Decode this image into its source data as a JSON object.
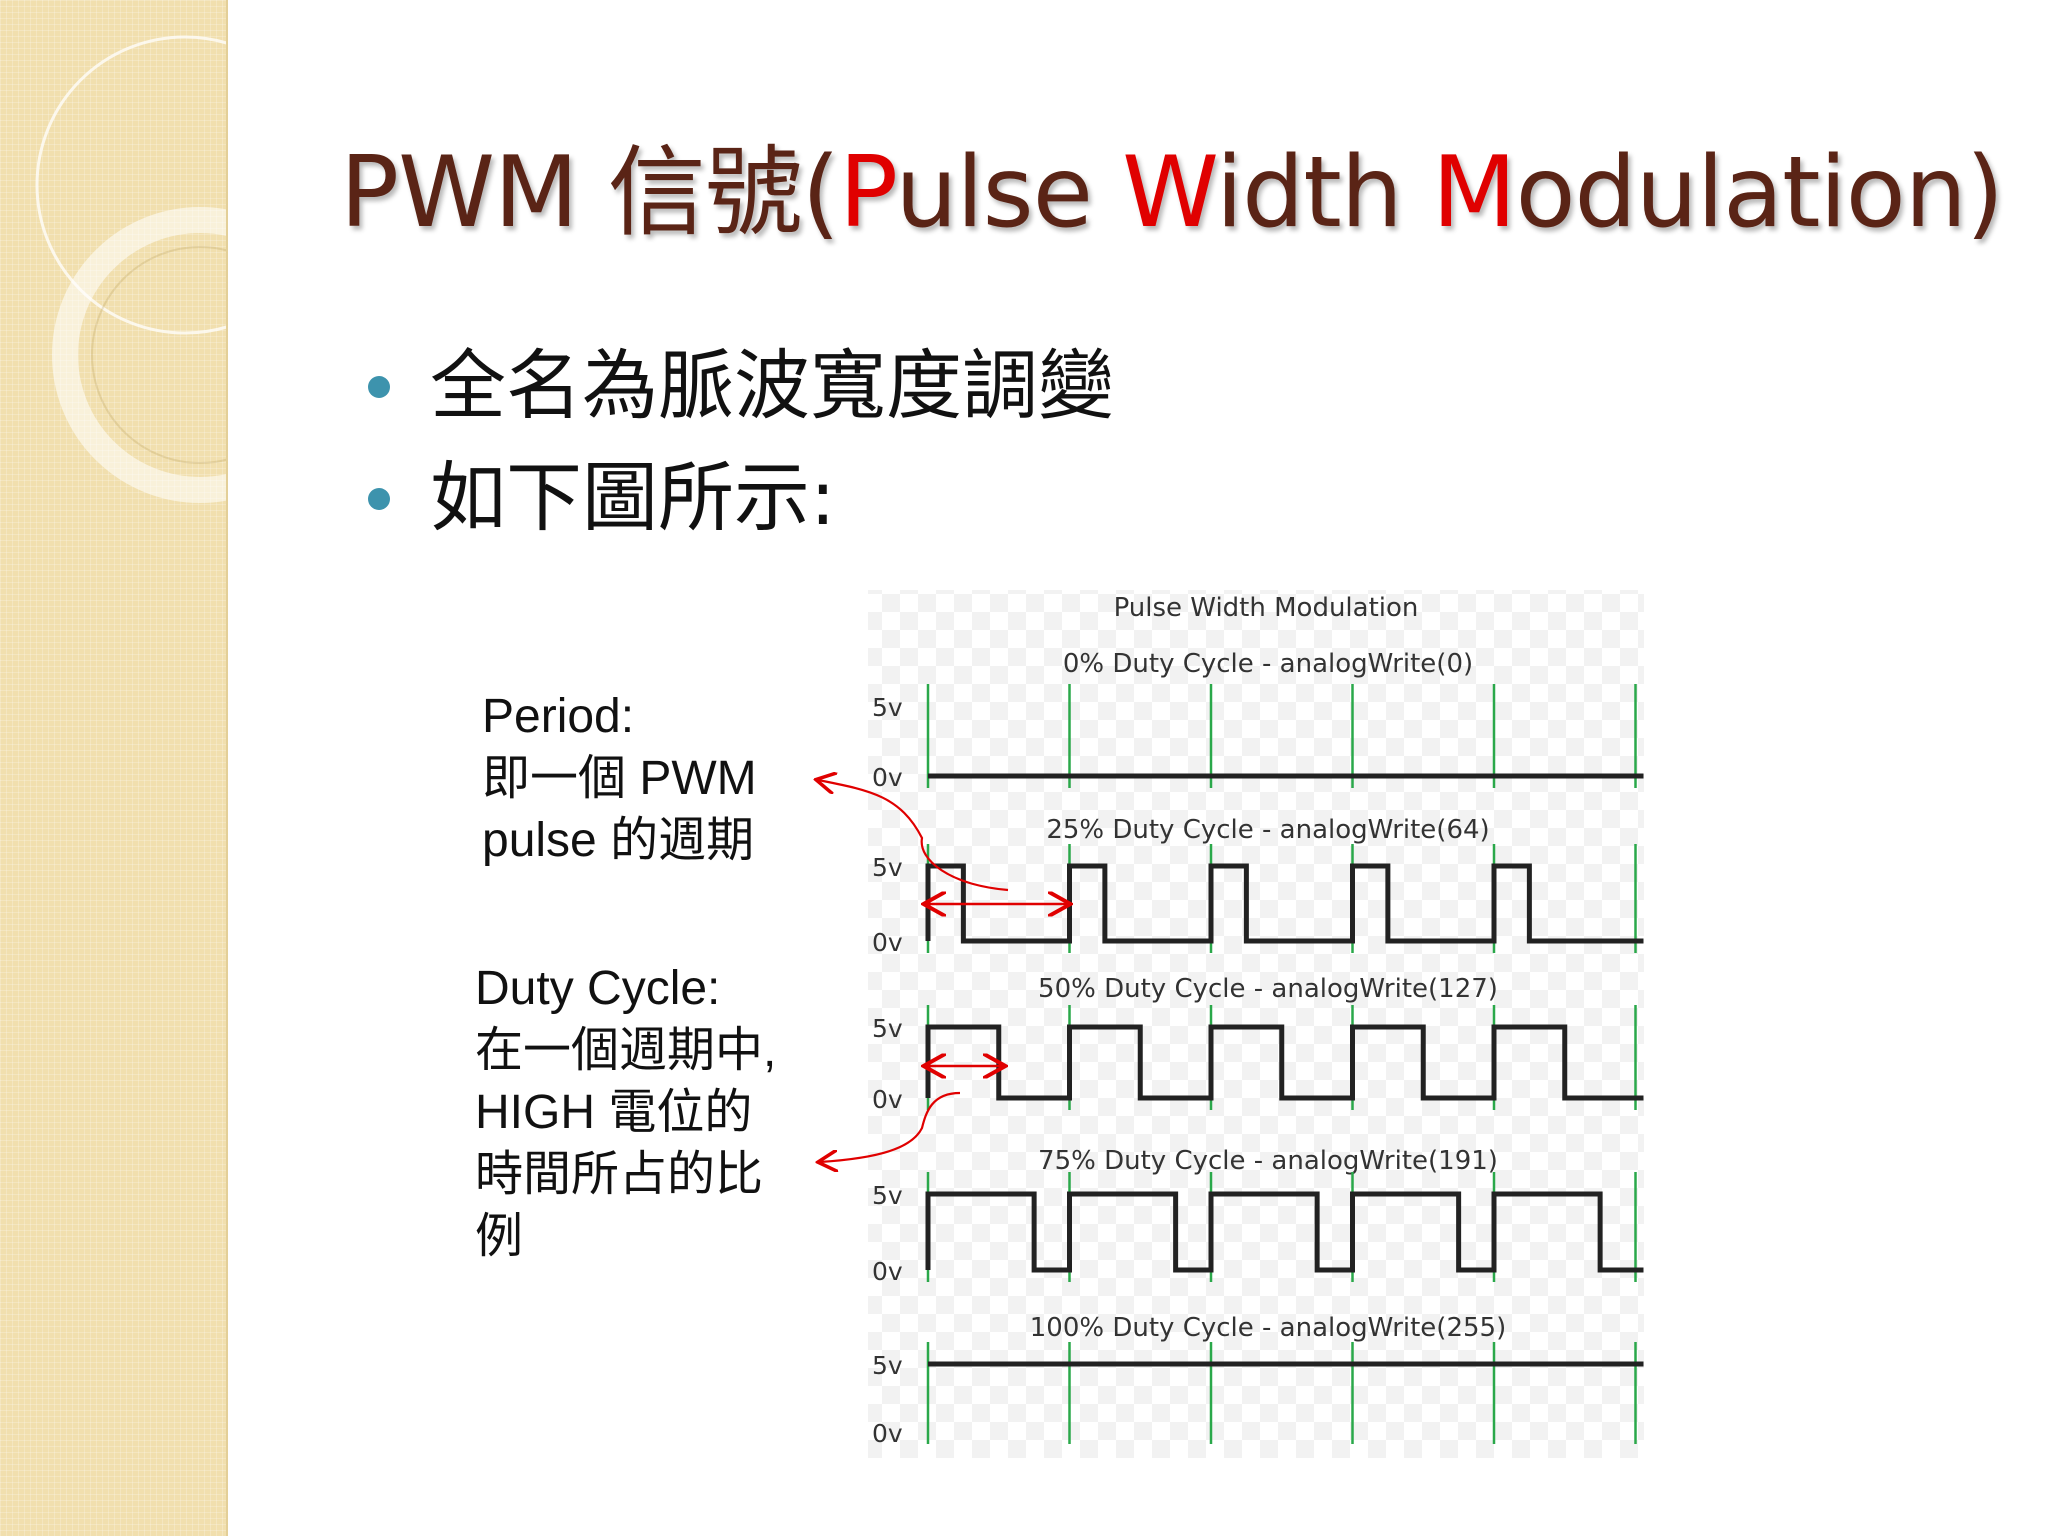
{
  "slide": {
    "title_parts": [
      {
        "text": "PWM 信號(",
        "highlight": false
      },
      {
        "text": "P",
        "highlight": true
      },
      {
        "text": "ulse ",
        "highlight": false
      },
      {
        "text": "W",
        "highlight": true
      },
      {
        "text": "idth ",
        "highlight": false
      },
      {
        "text": "M",
        "highlight": true
      },
      {
        "text": "odulation)",
        "highlight": false
      }
    ],
    "bullets": [
      "全名為脈波寬度調變",
      "如下圖所示:"
    ],
    "period_note": [
      "Period:",
      "即一個 PWM",
      "pulse 的週期"
    ],
    "duty_note": [
      "Duty Cycle:",
      "在一個週期中,",
      "HIGH 電位的",
      "時間所占的比",
      "例"
    ]
  },
  "diagram": {
    "title": "Pulse Width Modulation",
    "volt_high": "5v",
    "volt_low": "0v",
    "rows": [
      {
        "label": "0% Duty Cycle - analogWrite(0)",
        "duty": 0
      },
      {
        "label": "25% Duty Cycle - analogWrite(64)",
        "duty": 0.25
      },
      {
        "label": "50% Duty Cycle - analogWrite(127)",
        "duty": 0.5
      },
      {
        "label": "75% Duty Cycle - analogWrite(191)",
        "duty": 0.75
      },
      {
        "label": "100% Duty Cycle - analogWrite(255)",
        "duty": 1
      }
    ]
  },
  "colors": {
    "title": "#5a2416",
    "highlight": "#e00000",
    "bullet_dot": "#3d93ad",
    "marker": "#2aa84a",
    "waveform": "#222222",
    "annotation_arrow": "#e00000",
    "sidebar": "#f1dfae"
  }
}
